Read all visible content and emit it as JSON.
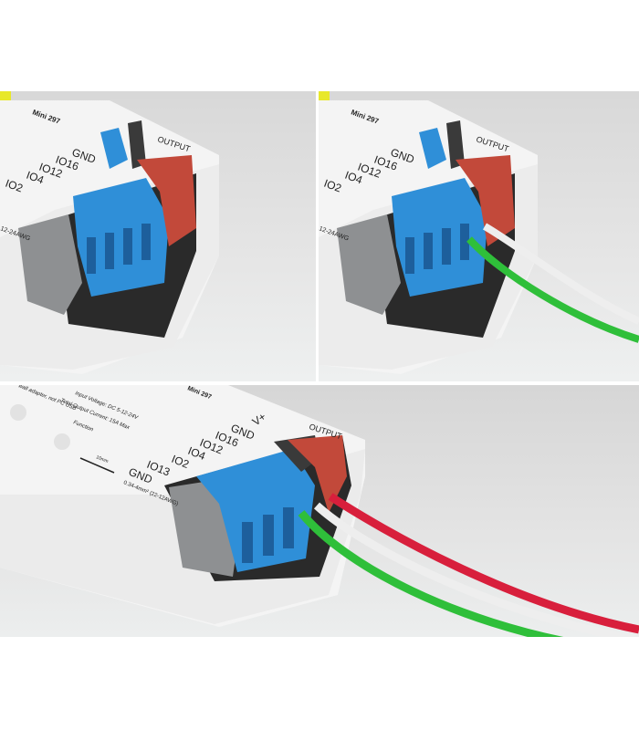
{
  "photos": [
    {
      "step": "unconnected",
      "labels": {
        "model": "Mini 297",
        "output": "OUTPUT",
        "pins": [
          "GND",
          "IO16",
          "IO12",
          "IO4",
          "IO2"
        ],
        "awg": "12-24AWG"
      }
    },
    {
      "step": "two-wires",
      "labels": {
        "model": "Mini 297",
        "output": "OUTPUT",
        "pins": [
          "GND",
          "IO16",
          "IO12",
          "IO4",
          "IO2"
        ],
        "awg": "12-24AWG"
      }
    },
    {
      "step": "three-wires",
      "labels": {
        "model": "Mini 297",
        "output": "OUTPUT",
        "vplus": "V+",
        "pins": [
          "GND",
          "IO16",
          "IO12",
          "IO4",
          "IO2",
          "IO13",
          "GND"
        ],
        "input_voltage": "Input Voltage: DC 5-12-24V",
        "output_current": "Total Output Current: 15A Max",
        "usb_note": "wall adapter, not PC USB",
        "function": "Function",
        "strip": "10mm",
        "awg": "0.34-4mm² (22-12AWG)"
      }
    }
  ],
  "colors": {
    "connector_blue": "#2f8fd8",
    "connector_red": "#c2493a",
    "connector_gray": "#8e9092",
    "wire_green": "#2fbf3a",
    "wire_red": "#d81f3c",
    "wire_white": "#eeeeee",
    "housing": "#f4f4f4"
  }
}
